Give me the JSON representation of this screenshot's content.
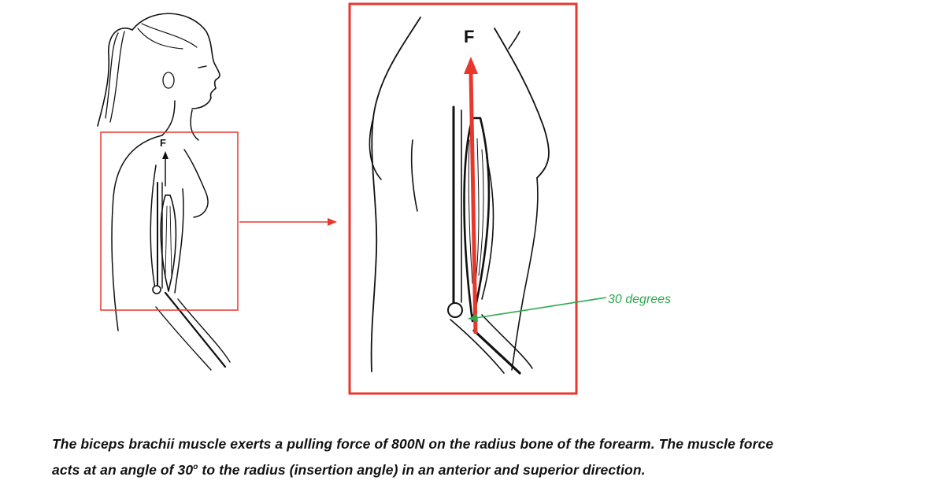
{
  "diagram": {
    "force_label_small": "F",
    "force_label_large": "F",
    "angle_label": "30 degrees",
    "colors": {
      "highlight_box": "#e8382c",
      "force_arrow": "#e8382c",
      "angle_pointer": "#2fa84f",
      "ink": "#111111"
    }
  },
  "caption": {
    "line1": "The biceps brachii muscle exerts a pulling force of 800N on the radius bone of the forearm.  The muscle force",
    "line2_before": "acts at an angle of 30",
    "line2_sup": "o",
    "line2_after": "  to the radius (insertion angle) in an anterior and superior direction."
  }
}
